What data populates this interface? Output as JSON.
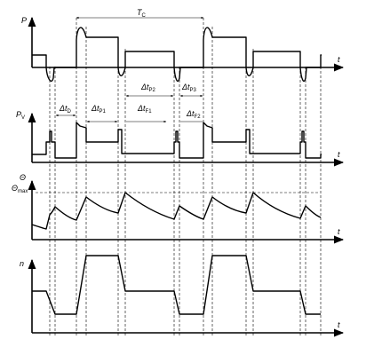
{
  "tc_label": {
    "main": "T",
    "sub": "C"
  },
  "axes": [
    {
      "id": "power",
      "label": "P",
      "sub": "",
      "t_label": "t"
    },
    {
      "id": "power_loss",
      "label": "P",
      "sub": "V",
      "t_label": "t"
    },
    {
      "id": "temperature",
      "label": "Θ",
      "sub": "",
      "t_label": "t"
    },
    {
      "id": "speed",
      "label": "n",
      "sub": "",
      "t_label": "t"
    }
  ],
  "theta_max": {
    "main": "Θ",
    "sub": "max"
  },
  "intervals": [
    {
      "id": "tD",
      "main": "Δt",
      "sub": "D"
    },
    {
      "id": "tP1",
      "main": "Δt",
      "sub": "P1"
    },
    {
      "id": "tF1",
      "main": "Δt",
      "sub": "F1"
    },
    {
      "id": "tP2",
      "main": "Δt",
      "sub": "P2"
    },
    {
      "id": "tP3",
      "main": "Δt",
      "sub": "P3"
    },
    {
      "id": "tF2",
      "main": "Δt",
      "sub": "F2"
    }
  ]
}
